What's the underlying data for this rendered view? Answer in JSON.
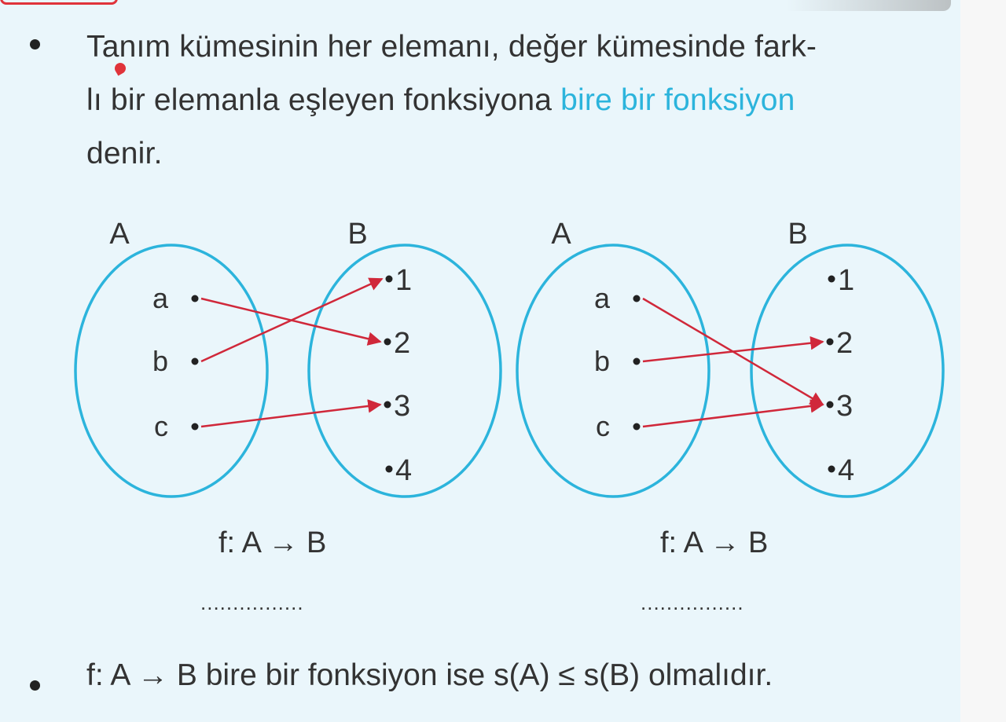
{
  "definition": {
    "line1": "Tanım kümesinin her elemanı, değer kümesinde fark-",
    "line2_plain": "lı bir elemanla eşleyen fonksiyona ",
    "line2_highlight": "bire bir fonksiyon",
    "line3": "denir."
  },
  "colors": {
    "highlight": "#2cb4dc",
    "ellipse": "#2cb4dc",
    "arrow": "#d0283a",
    "text": "#333333",
    "page_background": "#eaf6fb"
  },
  "diagrams": [
    {
      "set_a_label": "A",
      "set_b_label": "B",
      "set_a_elements": [
        "a",
        "b",
        "c"
      ],
      "set_b_elements": [
        "1",
        "2",
        "3",
        "4"
      ],
      "mappings": [
        [
          "a",
          "2"
        ],
        [
          "b",
          "1"
        ],
        [
          "c",
          "3"
        ]
      ],
      "caption": "f: A → B",
      "answer_blank": "................"
    },
    {
      "set_a_label": "A",
      "set_b_label": "B",
      "set_a_elements": [
        "a",
        "b",
        "c"
      ],
      "set_b_elements": [
        "1",
        "2",
        "3",
        "4"
      ],
      "mappings": [
        [
          "a",
          "3"
        ],
        [
          "b",
          "2"
        ],
        [
          "c",
          "3"
        ]
      ],
      "caption": "f: A → B",
      "answer_blank": "................"
    }
  ],
  "rule": "f: A → B bire bir fonksiyon ise s(A) ≤ s(B) olmalıdır."
}
